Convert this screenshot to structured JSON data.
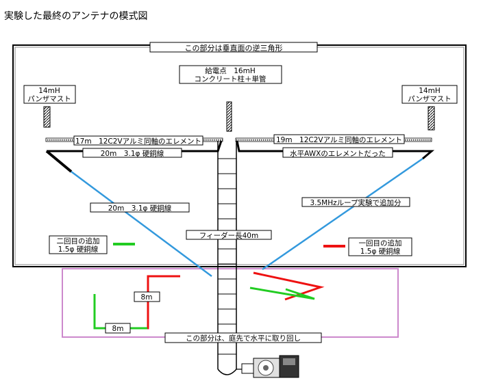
{
  "title": "実験した最終のアンテナの模式図",
  "labels": {
    "vertical_plane": "この部分は垂直面の逆三角形",
    "feed_point_line1": "給電点　16mH",
    "feed_point_line2": "コンクリート柱＋単管",
    "mast_left_line1": "14mH",
    "mast_left_line2": "パンザマスト",
    "mast_right_line1": "14mH",
    "mast_right_line2": "パンザマスト",
    "element_left_coax": "17m　12C2Vアルミ同軸のエレメント",
    "element_left_wire": "20m　3.1φ 硬銅線",
    "element_right_coax": "19m　12C2Vアルミ同軸のエレメント",
    "element_right_awx": "水平AWXのエレメントだった",
    "diag_left": "20m　3.1φ 硬銅線",
    "diag_right": "3.5MHzループ実験で追加分",
    "feeder": "フィーダー長40m",
    "second_add_line1": "二回目の追加",
    "second_add_line2": "1.5φ 硬銅線",
    "first_add_line1": "一回目の追加",
    "first_add_line2": "1.5φ 硬銅線",
    "red_len": "8m",
    "green_len": "8m",
    "horizontal_part": "この部分は、庭先で水平に取り回し"
  },
  "colors": {
    "blue": "#3399dd",
    "red": "#ee1111",
    "green": "#22cc22",
    "purple": "#cc88cc",
    "dark": "#000000"
  }
}
